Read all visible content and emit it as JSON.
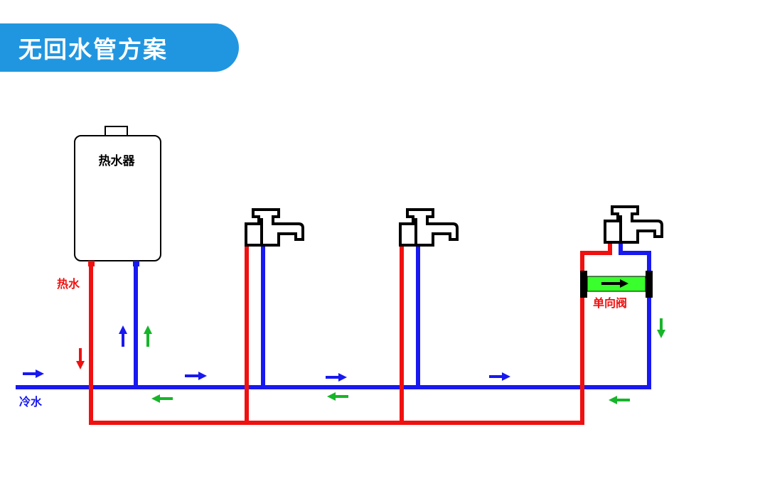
{
  "title": "无回水管方案",
  "heater_label": "热水器",
  "hot_water_label": "热水",
  "cold_water_label": "冷水",
  "check_valve_label": "单向阀",
  "colors": {
    "banner": "#2196e0",
    "hot_pipe": "#f01010",
    "cold_pipe": "#1818f0",
    "flow_arrow_green": "#17b52a",
    "valve_body": "#39ff2c",
    "outline": "#000000"
  },
  "icons": [
    "faucet-icon",
    "check-valve-icon",
    "flow-arrow-icon"
  ]
}
